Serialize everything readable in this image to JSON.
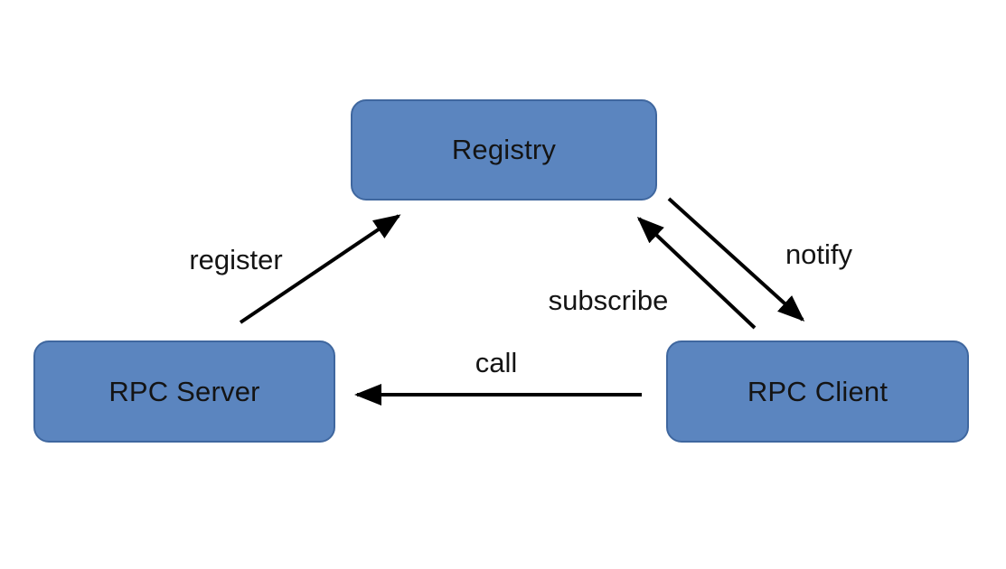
{
  "diagram": {
    "type": "architecture-diagram",
    "topic": "RPC registry interaction",
    "nodes": [
      {
        "id": "registry",
        "label": "Registry"
      },
      {
        "id": "rpc-server",
        "label": "RPC Server"
      },
      {
        "id": "rpc-client",
        "label": "RPC Client"
      }
    ],
    "edges": [
      {
        "id": "register",
        "label": "register",
        "from": "rpc-server",
        "to": "registry"
      },
      {
        "id": "subscribe",
        "label": "subscribe",
        "from": "rpc-client",
        "to": "registry"
      },
      {
        "id": "notify",
        "label": "notify",
        "from": "registry",
        "to": "rpc-client"
      },
      {
        "id": "call",
        "label": "call",
        "from": "rpc-client",
        "to": "rpc-server"
      }
    ],
    "colors": {
      "background": "#ffffff",
      "node_fill": "#5b85bf",
      "node_border": "#3f679f",
      "text": "#141414",
      "arrow": "#000000"
    }
  }
}
